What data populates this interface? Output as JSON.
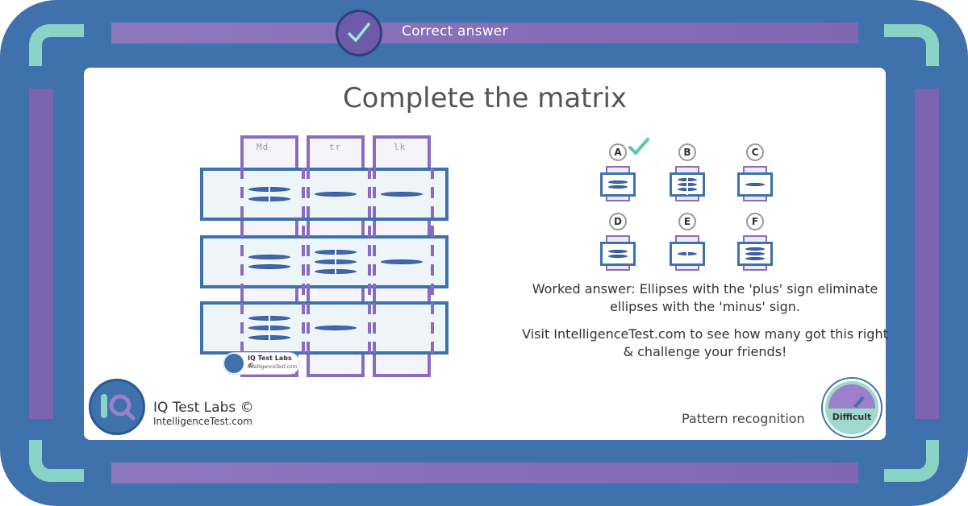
{
  "banner": {
    "status": "Correct answer",
    "icon": "check-icon"
  },
  "puzzle": {
    "title": "Complete the matrix",
    "column_hints": [
      "Md",
      "tr",
      "lk"
    ],
    "cells": [
      [
        {
          "ellipses": 2,
          "plus": true
        },
        {
          "ellipses": 1,
          "plus": false
        },
        {
          "ellipses": 1,
          "plus": false
        }
      ],
      [
        {
          "ellipses": 2,
          "plus": false
        },
        {
          "ellipses": 3,
          "plus": true
        },
        {
          "ellipses": 1,
          "plus": false
        }
      ],
      [
        {
          "ellipses": 3,
          "plus": true
        },
        {
          "ellipses": 1,
          "plus": false
        },
        {
          "ellipses": 0,
          "plus": false
        }
      ]
    ],
    "options": [
      {
        "letter": "A",
        "ellipses": 2,
        "plus": false,
        "correct": true
      },
      {
        "letter": "B",
        "ellipses": 3,
        "plus": true,
        "correct": false
      },
      {
        "letter": "C",
        "ellipses": 1,
        "plus": false,
        "correct": false
      },
      {
        "letter": "D",
        "ellipses": 2,
        "plus": false,
        "correct": false
      },
      {
        "letter": "E",
        "ellipses": 1,
        "plus": true,
        "correct": false
      },
      {
        "letter": "F",
        "ellipses": 3,
        "plus": false,
        "correct": false
      }
    ],
    "worked_answer": "Worked answer:  Ellipses with the 'plus' sign eliminate ellipses with the 'minus' sign.",
    "visit_text": "Visit IntelligenceTest.com to see how many got this right & challenge your friends!"
  },
  "brand": {
    "name": "IQ Test Labs ©",
    "url": "IntelligenceTest.com",
    "mini_name": "IQ Test Labs ©",
    "mini_url": "IntelligenceTest.com"
  },
  "footer": {
    "category": "Pattern recognition",
    "difficulty": "Difficult"
  },
  "colors": {
    "frame": "#3f71ad",
    "accent_purple": "#8a6cbf",
    "accent_teal": "#8ad4c6"
  }
}
